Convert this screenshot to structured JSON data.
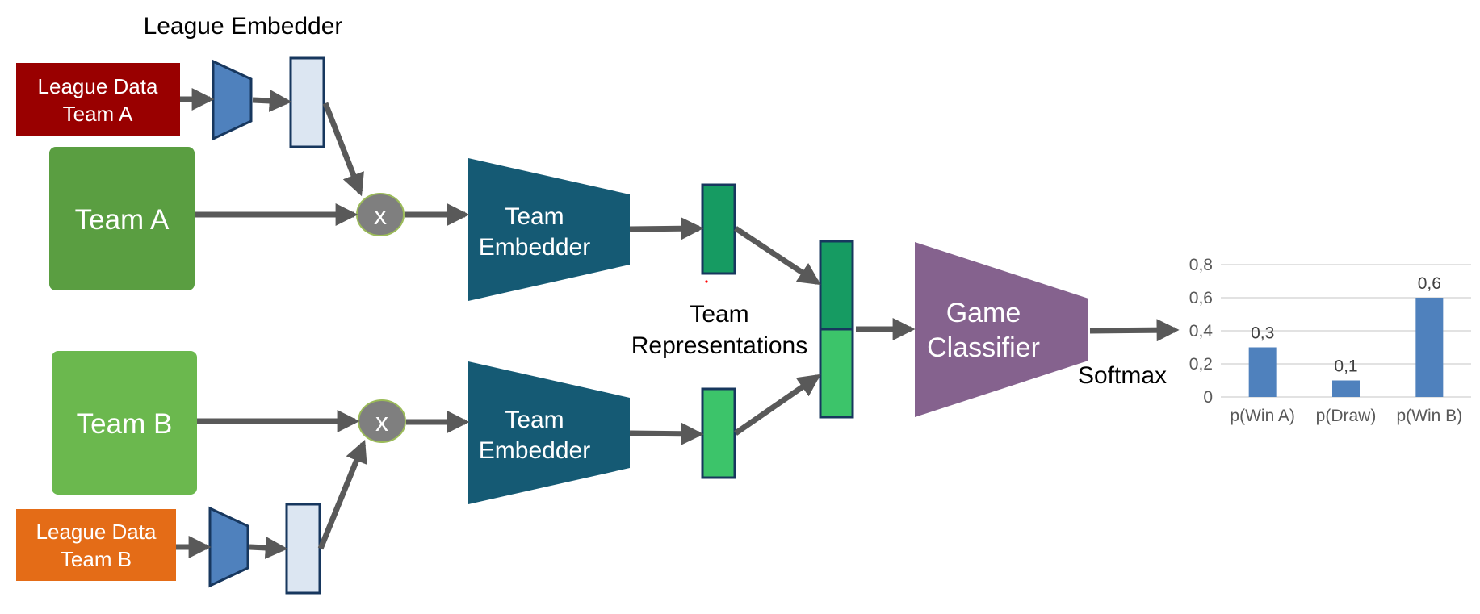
{
  "title": "League Embedder",
  "nodes": {
    "league_a": {
      "line1": "League Data",
      "line2": "Team A",
      "color": "#990000"
    },
    "league_b": {
      "line1": "League Data",
      "line2": "Team B",
      "color": "#E46C17"
    },
    "team_a": {
      "label": "Team A",
      "color": "#5A9E41"
    },
    "team_b": {
      "label": "Team B",
      "color": "#6BB84E"
    },
    "mult_a": {
      "label": "x"
    },
    "mult_b": {
      "label": "x"
    },
    "embedder_a": {
      "line1": "Team",
      "line2": "Embedder",
      "color": "#155A74"
    },
    "embedder_b": {
      "line1": "Team",
      "line2": "Embedder",
      "color": "#155A74"
    },
    "team_repr": {
      "line1": "Team",
      "line2": "Representations"
    },
    "classifier": {
      "line1": "Game",
      "line2": "Classifier",
      "color": "#85628E"
    },
    "softmax": {
      "label": "Softmax"
    }
  },
  "colors": {
    "league_embedder": "#4F81BD",
    "embedding_vector": "#DCE6F2",
    "repr_a": "#169B62",
    "repr_b": "#3CC46A",
    "arrow": "#595959",
    "multiply": "#7F7F7F"
  },
  "chart_data": {
    "type": "bar",
    "categories": [
      "p(Win A)",
      "p(Draw)",
      "p(Win B)"
    ],
    "values": [
      0.3,
      0.1,
      0.6
    ],
    "value_labels": [
      "0,3",
      "0,1",
      "0,6"
    ],
    "ylim": [
      0,
      0.8
    ],
    "yticks": [
      0,
      0.2,
      0.4,
      0.6,
      0.8
    ],
    "ytick_labels": [
      "0",
      "0,2",
      "0,4",
      "0,6",
      "0,8"
    ],
    "grid": true,
    "bar_color": "#4F81BD"
  }
}
